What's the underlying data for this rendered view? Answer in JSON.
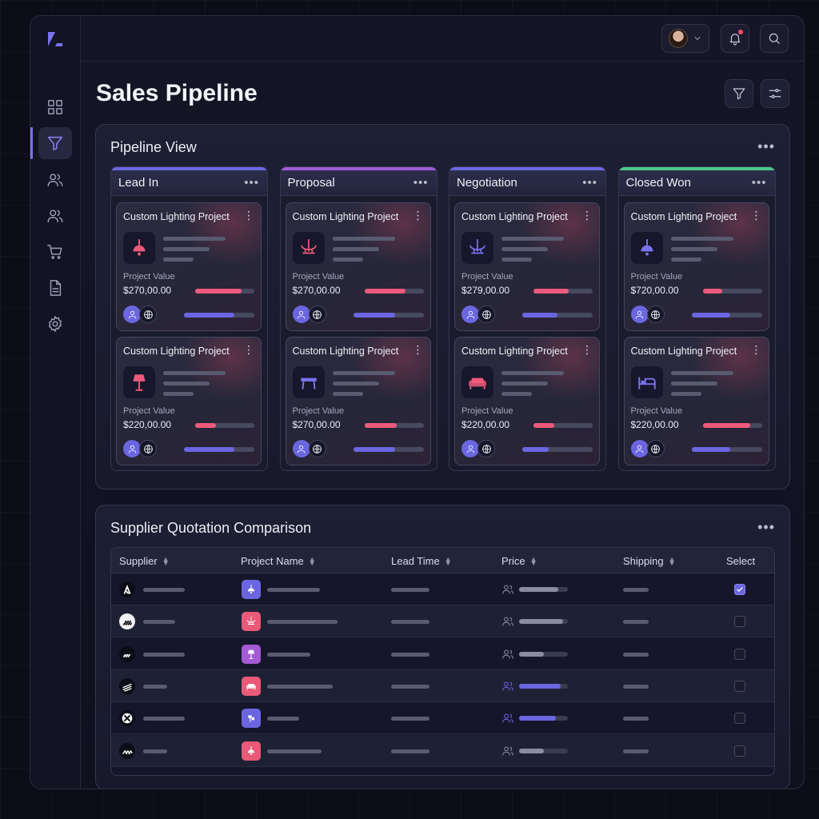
{
  "page": {
    "title": "Sales Pipeline"
  },
  "topbar": {
    "notification_dot": true
  },
  "sidebar": {
    "items": [
      {
        "name": "dashboard",
        "icon": "grid-icon"
      },
      {
        "name": "pipeline",
        "icon": "funnel-icon",
        "active": true
      },
      {
        "name": "contacts",
        "icon": "users-icon"
      },
      {
        "name": "team",
        "icon": "users-icon"
      },
      {
        "name": "orders",
        "icon": "cart-icon"
      },
      {
        "name": "documents",
        "icon": "document-icon"
      },
      {
        "name": "settings",
        "icon": "gear-icon"
      }
    ]
  },
  "pipeline": {
    "title": "Pipeline View",
    "columns": [
      {
        "title": "Lead In",
        "accent": "#6b66e0",
        "cards": [
          {
            "title": "Custom Lighting Project",
            "icon": "pendant-lamp-icon",
            "icon_color": "#ee5a7a",
            "value_label": "Project Value",
            "value": "$270,00.00",
            "progress": 0.78,
            "progress2": 0.72
          },
          {
            "title": "Custom Lighting Project",
            "icon": "floor-lamp-icon",
            "icon_color": "#ee5a7a",
            "value_label": "Project Value",
            "value": "$220,00.00",
            "progress": 0.35,
            "progress2": 0.72
          }
        ]
      },
      {
        "title": "Proposal",
        "accent": "#a05ad8",
        "cards": [
          {
            "title": "Custom Lighting Project",
            "icon": "chandelier-icon",
            "icon_color": "#ee5a7a",
            "value_label": "Project Value",
            "value": "$270,00.00",
            "progress": 0.7,
            "progress2": 0.6
          },
          {
            "title": "Custom Lighting Project",
            "icon": "table-icon",
            "icon_color": "#7a73f0",
            "value_label": "Project Value",
            "value": "$270,00.00",
            "progress": 0.55,
            "progress2": 0.6
          }
        ]
      },
      {
        "title": "Negotiation",
        "accent": "#6b66e0",
        "cards": [
          {
            "title": "Custom Lighting Project",
            "icon": "chandelier-icon",
            "icon_color": "#7a73f0",
            "value_label": "Project Value",
            "value": "$279,00.00",
            "progress": 0.6,
            "progress2": 0.5
          },
          {
            "title": "Custom Lighting Project",
            "icon": "sofa-icon",
            "icon_color": "#ee5a7a",
            "value_label": "Project Value",
            "value": "$220,00.00",
            "progress": 0.35,
            "progress2": 0.38
          }
        ]
      },
      {
        "title": "Closed Won",
        "accent": "#4cc98a",
        "cards": [
          {
            "title": "Custom Lighting Project",
            "icon": "pendant-lamp-icon",
            "icon_color": "#7a73f0",
            "value_label": "Project Value",
            "value": "$720,00.00",
            "progress": 0.33,
            "progress2": 0.55
          },
          {
            "title": "Custom Lighting Project",
            "icon": "bed-icon",
            "icon_color": "#7a73f0",
            "value_label": "Project Value",
            "value": "$220,00.00",
            "progress": 0.8,
            "progress2": 0.55
          }
        ]
      }
    ]
  },
  "quotes": {
    "title": "Supplier Quotation Comparison",
    "headers": {
      "supplier": "Supplier",
      "project": "Project Name",
      "lead": "Lead Time",
      "price": "Price",
      "shipping": "Shipping",
      "select": "Select"
    },
    "rows": [
      {
        "logo": "triangle-logo",
        "proj_color": "#6b66e0",
        "proj_icon": "pendant-lamp-icon",
        "price_fill": 0.8,
        "price_color": "#8a8ca2",
        "selected": true
      },
      {
        "logo": "stripes-logo",
        "proj_color": "#e85a78",
        "proj_icon": "chandelier-icon",
        "price_fill": 0.9,
        "price_color": "#8a8ca2",
        "selected": false
      },
      {
        "logo": "slashes-logo",
        "proj_color": "#a55ad6",
        "proj_icon": "floor-lamp-icon",
        "price_fill": 0.5,
        "price_color": "#8a8ca2",
        "selected": false
      },
      {
        "logo": "lines-logo",
        "proj_color": "#e85a78",
        "proj_icon": "sofa-icon",
        "price_fill": 0.85,
        "price_color": "#6b66e0",
        "selected": false
      },
      {
        "logo": "x-logo",
        "proj_color": "#6b66e0",
        "proj_icon": "lamp-icon",
        "price_fill": 0.75,
        "price_color": "#6b66e0",
        "selected": false
      },
      {
        "logo": "chevrons-logo",
        "proj_color": "#e85a78",
        "proj_icon": "pendant-lamp-icon",
        "price_fill": 0.5,
        "price_color": "#8a8ca2",
        "selected": false
      }
    ]
  }
}
